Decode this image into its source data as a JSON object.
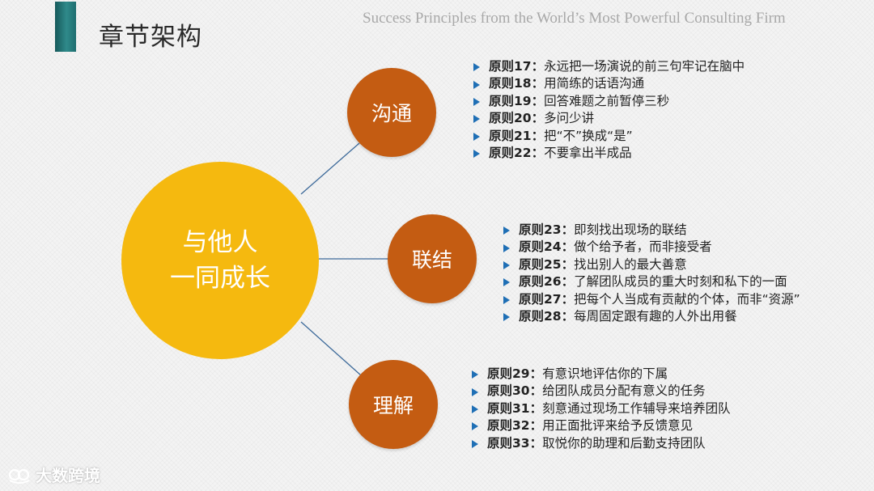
{
  "header": {
    "title": "章节架构",
    "subtitle": "Success Principles from the World’s Most Powerful Consulting Firm"
  },
  "diagram": {
    "center": {
      "line1": "与他人",
      "line2": "一同成长"
    },
    "branches": [
      {
        "topic": "沟通",
        "items": [
          {
            "label": "原则17：",
            "text": "永远把一场演说的前三句牢记在脑中"
          },
          {
            "label": "原则18：",
            "text": "用简练的话语沟通"
          },
          {
            "label": "原则19：",
            "text": "回答难题之前暂停三秒"
          },
          {
            "label": "原则20：",
            "text": "多问少讲"
          },
          {
            "label": "原则21：",
            "text": "把“不”换成“是”"
          },
          {
            "label": "原则22：",
            "text": "不要拿出半成品"
          }
        ]
      },
      {
        "topic": "联结",
        "items": [
          {
            "label": "原则23：",
            "text": "即刻找出现场的联结"
          },
          {
            "label": "原则24：",
            "text": "做个给予者，而非接受者"
          },
          {
            "label": "原则25：",
            "text": "找出别人的最大善意"
          },
          {
            "label": "原则26：",
            "text": "了解团队成员的重大时刻和私下的一面"
          },
          {
            "label": "原则27：",
            "text": "把每个人当成有贡献的个体，而非“资源”"
          },
          {
            "label": "原则28：",
            "text": "每周固定跟有趣的人外出用餐"
          }
        ]
      },
      {
        "topic": "理解",
        "items": [
          {
            "label": "原则29：",
            "text": "有意识地评估你的下属"
          },
          {
            "label": "原则30：",
            "text": "给团队成员分配有意义的任务"
          },
          {
            "label": "原则31：",
            "text": "刻意通过现场工作辅导来培养团队"
          },
          {
            "label": "原则32：",
            "text": "用正面批评来给予反馈意见"
          },
          {
            "label": "原则33：",
            "text": "取悦你的助理和后勤支持团队"
          }
        ]
      }
    ]
  },
  "watermark": {
    "text": "大数跨境",
    "icon": "logo-icon"
  },
  "colors": {
    "accent_bar": "#2f8a8a",
    "center_circle": "#f5b90f",
    "topic_circle": "#c45c12",
    "bullet_arrow": "#1f6fb5",
    "connector": "#3d6a9a"
  }
}
